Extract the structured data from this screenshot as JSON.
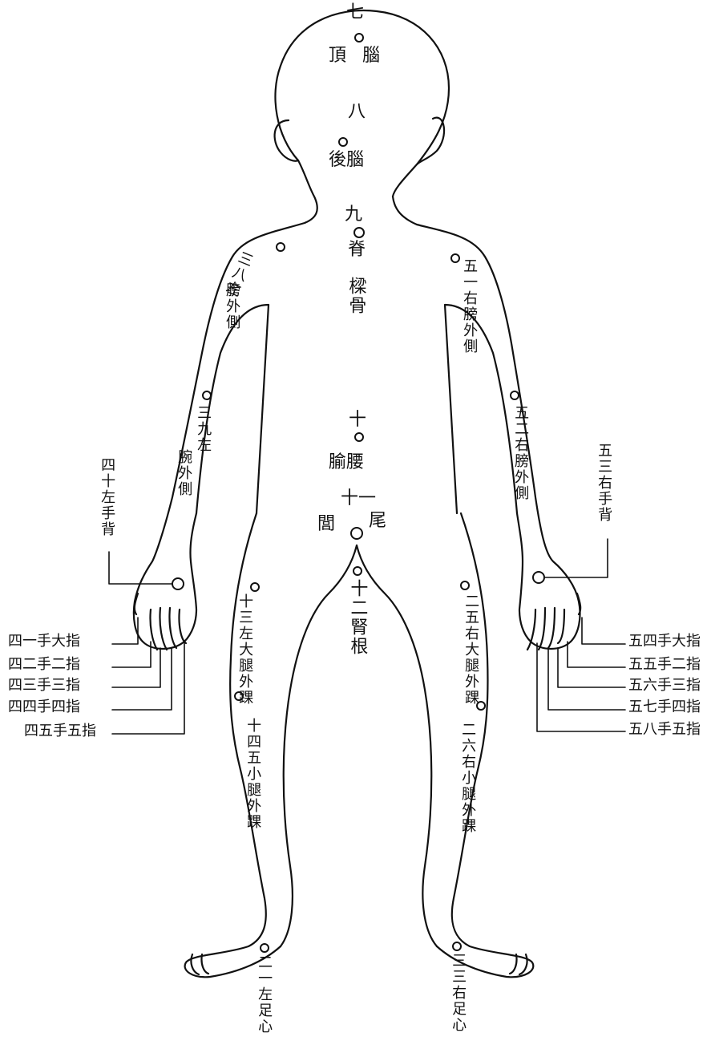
{
  "colors": {
    "ink": "#111111",
    "paper": "#ffffff"
  },
  "points": {
    "p7": {
      "num": "七",
      "name": "頂",
      "name2": "腦"
    },
    "p8": {
      "num": "八",
      "name": "後腦"
    },
    "p9": {
      "num": "九",
      "name": "脊",
      "name2": "樑骨"
    },
    "p10": {
      "num": "十",
      "name": "腧腰"
    },
    "p11": {
      "num": "十一",
      "name": "尾",
      "name2": "閭"
    },
    "p12": {
      "num": "十二",
      "name": "腎根"
    },
    "p13": {
      "num": "十三",
      "name": "左大腿外踝"
    },
    "p14": {
      "num": "十四五",
      "name": "小腿外踝"
    },
    "p21": {
      "num": "二一",
      "name": "左足心"
    },
    "p25": {
      "num": "二五",
      "name": "右大腿外踝"
    },
    "p26": {
      "num": "二六",
      "name": "右小腿外踝"
    },
    "p33": {
      "num": "三三",
      "name": "右足心"
    },
    "p38": {
      "num": "三八",
      "name": "左",
      "name2": "膀外側"
    },
    "p39": {
      "num": "三九",
      "name": "左",
      "name2": "腕外側"
    },
    "p40": {
      "num": "四十",
      "name": "左手背"
    },
    "p51": {
      "num": "五一",
      "name": "右膀外側"
    },
    "p52": {
      "num": "五二",
      "name": "右膀外側"
    },
    "p53": {
      "num": "五三",
      "name": "右手背"
    }
  },
  "left_fingers": [
    "四一手大指",
    "四二手二指",
    "四三手三指",
    "四四手四指",
    "四五手五指"
  ],
  "right_fingers": [
    "五四手大指",
    "五五手二指",
    "五六手三指",
    "五七手四指",
    "五八手五指"
  ]
}
